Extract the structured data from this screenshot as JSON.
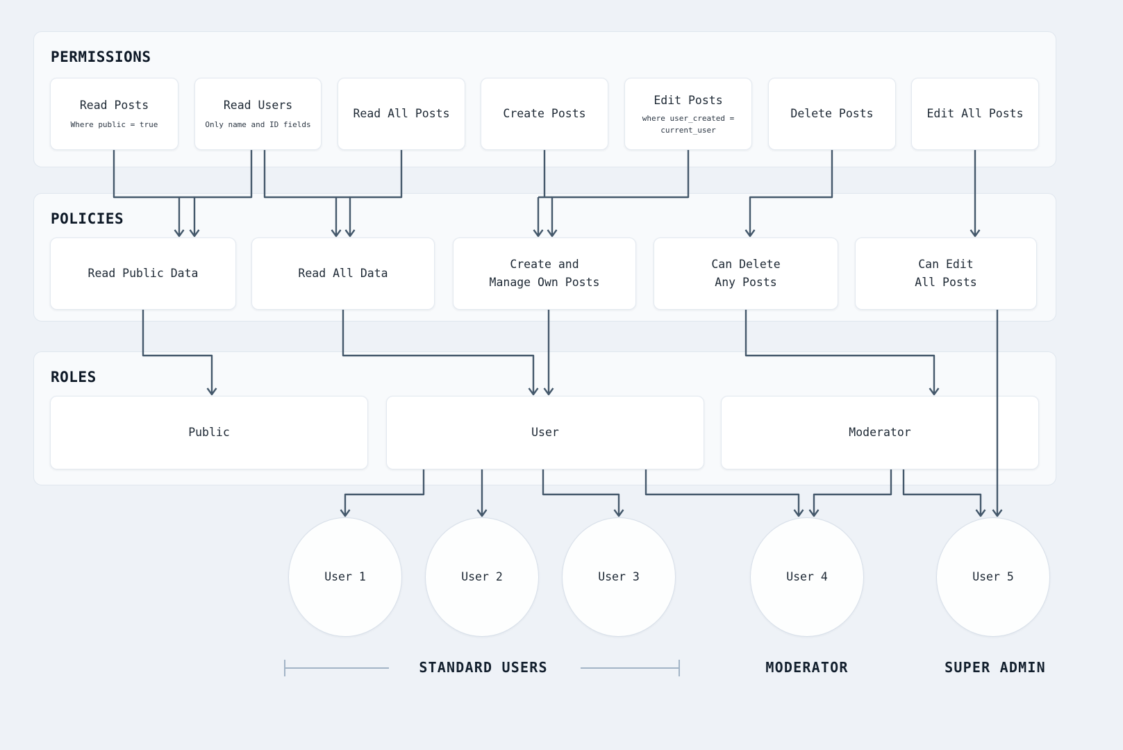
{
  "sections": {
    "permissions": {
      "title": "PERMISSIONS",
      "items": [
        {
          "title": "Read Posts",
          "subtitle": "Where public = true"
        },
        {
          "title": "Read Users",
          "subtitle": "Only name and ID fields"
        },
        {
          "title": "Read All Posts",
          "subtitle": ""
        },
        {
          "title": "Create Posts",
          "subtitle": ""
        },
        {
          "title": "Edit Posts",
          "subtitle": "where user_created =\ncurrent_user"
        },
        {
          "title": "Delete Posts",
          "subtitle": ""
        },
        {
          "title": "Edit All Posts",
          "subtitle": ""
        }
      ]
    },
    "policies": {
      "title": "POLICIES",
      "items": [
        {
          "title": "Read Public Data"
        },
        {
          "title": "Read All Data"
        },
        {
          "title": "Create and\nManage Own Posts"
        },
        {
          "title": "Can Delete\nAny Posts"
        },
        {
          "title": "Can Edit\nAll Posts"
        }
      ]
    },
    "roles": {
      "title": "ROLES",
      "items": [
        {
          "title": "Public"
        },
        {
          "title": "User"
        },
        {
          "title": "Moderator"
        }
      ]
    }
  },
  "users": [
    {
      "label": "User 1"
    },
    {
      "label": "User 2"
    },
    {
      "label": "User 3"
    },
    {
      "label": "User 4"
    },
    {
      "label": "User 5"
    }
  ],
  "group_labels": {
    "standard_users": "STANDARD USERS",
    "moderator": "MODERATOR",
    "super_admin": "SUPER ADMIN"
  },
  "edges": {
    "permissions_to_policies": [
      {
        "from": "Read Posts",
        "to": "Read Public Data"
      },
      {
        "from": "Read Users",
        "to": "Read Public Data"
      },
      {
        "from": "Read Users",
        "to": "Read All Data"
      },
      {
        "from": "Read All Posts",
        "to": "Read All Data"
      },
      {
        "from": "Create Posts",
        "to": "Create and Manage Own Posts"
      },
      {
        "from": "Edit Posts",
        "to": "Create and Manage Own Posts"
      },
      {
        "from": "Delete Posts",
        "to": "Can Delete Any Posts"
      },
      {
        "from": "Edit All Posts",
        "to": "Can Edit All Posts"
      }
    ],
    "policies_to_roles": [
      {
        "from": "Read Public Data",
        "to": "Public"
      },
      {
        "from": "Read All Data",
        "to": "User"
      },
      {
        "from": "Create and Manage Own Posts",
        "to": "User"
      },
      {
        "from": "Can Delete Any Posts",
        "to": "Moderator"
      },
      {
        "from": "Can Edit All Posts",
        "to": "User 5"
      }
    ],
    "roles_to_users": [
      {
        "from": "User",
        "to": "User 1"
      },
      {
        "from": "User",
        "to": "User 2"
      },
      {
        "from": "User",
        "to": "User 3"
      },
      {
        "from": "User",
        "to": "User 4"
      },
      {
        "from": "Moderator",
        "to": "User 4"
      },
      {
        "from": "Moderator",
        "to": "User 5"
      }
    ]
  },
  "colors": {
    "connector": "#44586b",
    "bracket": "#a2b4c6",
    "page_background": "#eef2f7",
    "panel_background": "#f8fafc",
    "node_background": "#ffffff",
    "text": "#16212e"
  }
}
